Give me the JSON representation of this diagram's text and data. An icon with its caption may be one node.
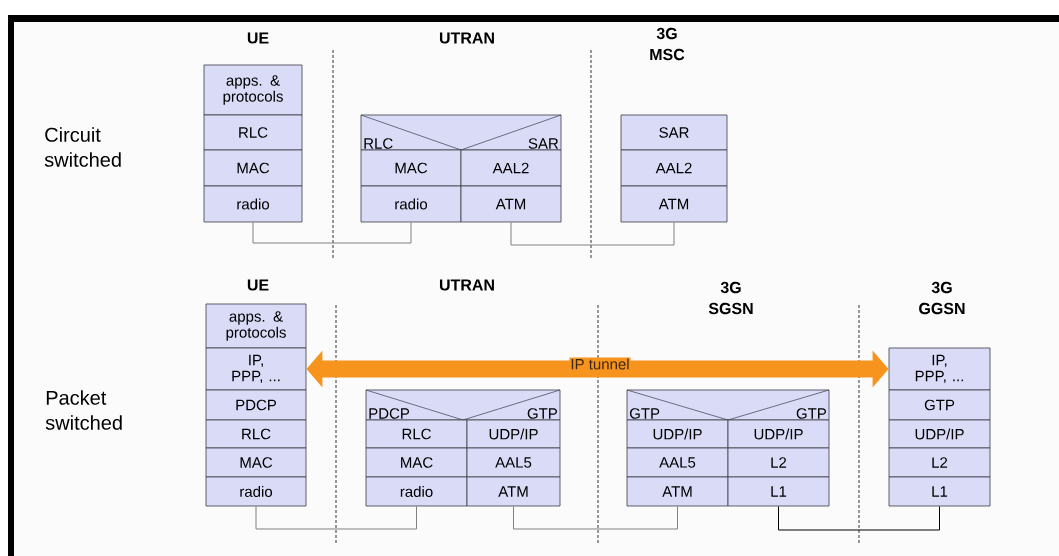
{
  "diagram": {
    "nodes": [
      {
        "text": [
          "apps. & protocols"
        ]
      },
      {
        "text": [
          "RLC"
        ]
      },
      {
        "text": [
          "MAC"
        ]
      },
      {
        "text": [
          "radio"
        ]
      },
      {
        "text": [
          "RLC",
          "SAR"
        ]
      },
      {
        "text": [
          "MAC"
        ]
      },
      {
        "text": [
          "AAL2"
        ]
      },
      {
        "text": [
          "radio"
        ]
      },
      {
        "text": [
          "ATM"
        ]
      },
      {
        "text": [
          "SAR"
        ]
      },
      {
        "text": [
          "AAL2"
        ]
      },
      {
        "text": [
          "ATM"
        ]
      },
      {
        "text": [
          "apps. & protocols"
        ]
      },
      {
        "text": [
          "IP, PPP, ..."
        ]
      },
      {
        "text": [
          "PDCP"
        ]
      },
      {
        "text": [
          "RLC"
        ]
      },
      {
        "text": [
          "MAC"
        ]
      },
      {
        "text": [
          "radio"
        ]
      },
      {
        "text": [
          "PDCP",
          "GTP"
        ]
      },
      {
        "text": [
          "RLC"
        ]
      },
      {
        "text": [
          "UDP/IP"
        ]
      },
      {
        "text": [
          "MAC"
        ]
      },
      {
        "text": [
          "AAL5"
        ]
      },
      {
        "text": [
          "radio"
        ]
      },
      {
        "text": [
          "ATM"
        ]
      },
      {
        "text": [
          "GTP",
          "GTP"
        ]
      },
      {
        "text": [
          "UDP/IP"
        ]
      },
      {
        "text": [
          "UDP/IP"
        ]
      },
      {
        "text": [
          "AAL5"
        ]
      },
      {
        "text": [
          "L2"
        ]
      },
      {
        "text": [
          "ATM"
        ]
      },
      {
        "text": [
          "L1"
        ]
      },
      {
        "text": [
          "IP, PPP, ..."
        ]
      },
      {
        "text": [
          "GTP"
        ]
      },
      {
        "text": [
          "UDP/IP"
        ]
      },
      {
        "text": [
          "L2"
        ]
      },
      {
        "text": [
          "L1"
        ]
      }
    ],
    "edges": [
      {
        "from": 3,
        "to": 7,
        "arrow": "none"
      },
      {
        "from": 8,
        "to": 11,
        "arrow": "none"
      },
      {
        "from": 17,
        "to": 23,
        "arrow": "none"
      },
      {
        "from": 24,
        "to": 30,
        "arrow": "none"
      },
      {
        "from": 31,
        "to": 36,
        "arrow": "none",
        "color": "#000000"
      },
      {
        "from": 13,
        "to": 32,
        "arrow": "both",
        "label": "IP tunnel",
        "style": "thick",
        "color": "#f7941e"
      }
    ],
    "labels": [
      "UE",
      "UTRAN",
      "3G MSC",
      "Circuit switched",
      "UE",
      "UTRAN",
      "3G SGSN",
      "3G GGSN",
      "Packet switched"
    ]
  }
}
